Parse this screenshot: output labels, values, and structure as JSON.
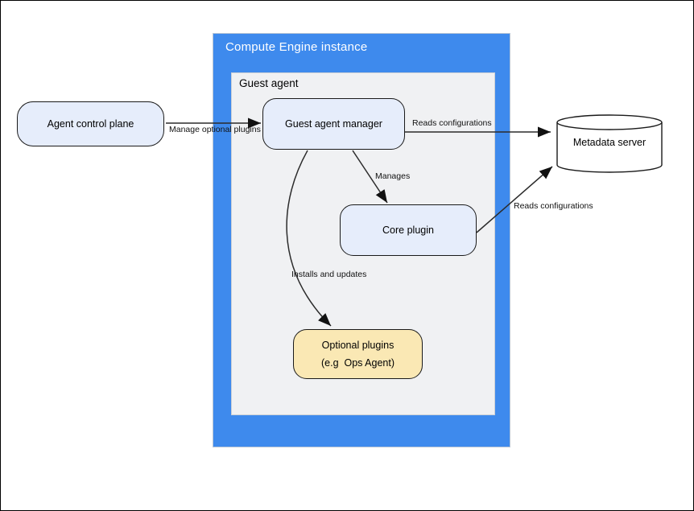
{
  "containers": {
    "compute_engine": {
      "title": "Compute Engine instance"
    },
    "guest_agent": {
      "title": "Guest agent"
    }
  },
  "nodes": {
    "agent_control_plane": {
      "label": "Agent control plane"
    },
    "guest_agent_manager": {
      "label": "Guest agent manager"
    },
    "core_plugin": {
      "label": "Core plugin"
    },
    "optional_plugins": {
      "label_line1": "Optional plugins",
      "label_line2": "(e.g  Ops Agent)"
    },
    "metadata_server": {
      "label": "Metadata server"
    }
  },
  "edges": {
    "manage_optional_plugins": {
      "label": "Manage optional plugins",
      "from": "agent_control_plane",
      "to": "guest_agent_manager"
    },
    "reads_configurations_manager": {
      "label": "Reads configurations",
      "from": "guest_agent_manager",
      "to": "metadata_server"
    },
    "manages": {
      "label": "Manages",
      "from": "guest_agent_manager",
      "to": "core_plugin"
    },
    "installs_and_updates": {
      "label": "Installs and updates",
      "from": "guest_agent_manager",
      "to": "optional_plugins"
    },
    "reads_configurations_core": {
      "label": "Reads configurations",
      "from": "core_plugin",
      "to": "metadata_server"
    }
  },
  "colors": {
    "container_blue": "#3e8aed",
    "container_gray": "#f0f1f3",
    "node_blue_fill": "#e6edfb",
    "node_yellow_fill": "#fae8b4",
    "cylinder_fill": "#ffffff",
    "arrow": "#2b2b2b",
    "title_text_on_blue": "#ffffff"
  }
}
